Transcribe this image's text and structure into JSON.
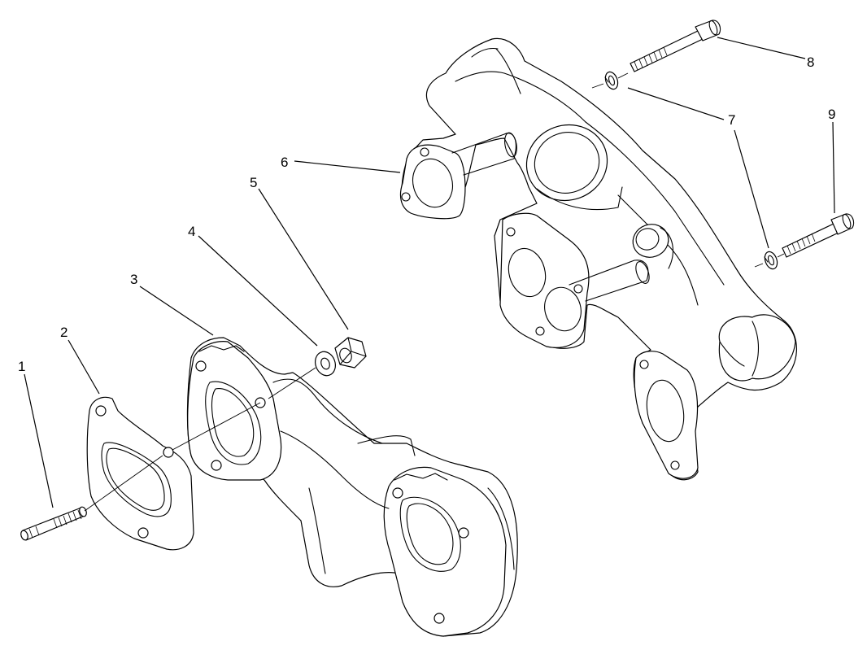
{
  "diagram": {
    "type": "exploded-parts-view",
    "callouts": [
      {
        "id": "1",
        "label": "1"
      },
      {
        "id": "2",
        "label": "2"
      },
      {
        "id": "3",
        "label": "3"
      },
      {
        "id": "4",
        "label": "4"
      },
      {
        "id": "5",
        "label": "5"
      },
      {
        "id": "6",
        "label": "6"
      },
      {
        "id": "7a",
        "label": "7"
      },
      {
        "id": "7b",
        "label": "7"
      },
      {
        "id": "8",
        "label": "8"
      },
      {
        "id": "9",
        "label": "9"
      }
    ],
    "colors": {
      "line": "#000000",
      "background": "#ffffff"
    }
  }
}
